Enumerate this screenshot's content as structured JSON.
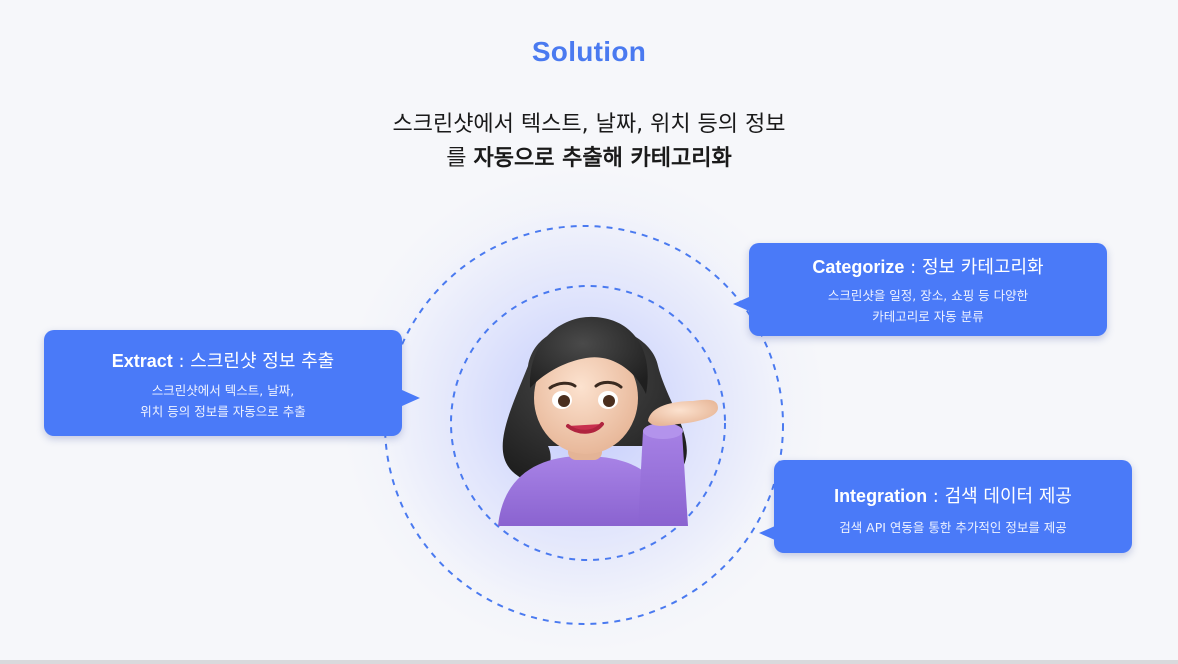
{
  "slide": {
    "title": "Solution",
    "subtitle_line1": "스크린샷에서 텍스트, 날짜, 위치 등의 정보",
    "subtitle_line2_prefix": "를 ",
    "subtitle_line2_bold": "자동으로 추출해 카테고리화"
  },
  "cards": {
    "extract": {
      "keyword": "Extract",
      "heading": " : 스크린샷 정보 추출",
      "desc_line1": "스크린샷에서 텍스트, 날짜,",
      "desc_line2": "위치 등의 정보를 자동으로 추출"
    },
    "categorize": {
      "keyword": "Categorize",
      "heading": " : 정보 카테고리화",
      "desc_line1": "스크린샷을 일정, 장소, 쇼핑 등 다양한",
      "desc_line2": "카테고리로 자동 분류"
    },
    "integration": {
      "keyword": "Integration",
      "heading": " : 검색 데이터 제공",
      "desc_line1": "검색 API 연동을 통한 추가적인 정보를 제공"
    }
  },
  "colors": {
    "accent": "#4a7af8",
    "title": "#4a7af0",
    "background": "#f6f7fa",
    "ring": "#4a7af0",
    "sweater": "#9a72dc"
  },
  "illustration": {
    "icon": "woman-presenting-icon"
  }
}
